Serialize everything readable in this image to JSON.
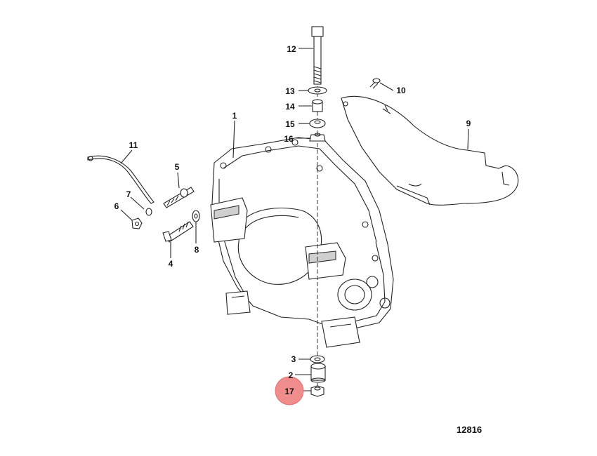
{
  "diagram": {
    "figure_number": "12816",
    "highlight_color": "#f08c8c",
    "callouts": [
      {
        "id": "1",
        "label": "1"
      },
      {
        "id": "2",
        "label": "2"
      },
      {
        "id": "3",
        "label": "3"
      },
      {
        "id": "4",
        "label": "4"
      },
      {
        "id": "5",
        "label": "5"
      },
      {
        "id": "6",
        "label": "6"
      },
      {
        "id": "7",
        "label": "7"
      },
      {
        "id": "8",
        "label": "8"
      },
      {
        "id": "9",
        "label": "9"
      },
      {
        "id": "10",
        "label": "10"
      },
      {
        "id": "11",
        "label": "11"
      },
      {
        "id": "12",
        "label": "12"
      },
      {
        "id": "13",
        "label": "13"
      },
      {
        "id": "14",
        "label": "14"
      },
      {
        "id": "15",
        "label": "15"
      },
      {
        "id": "16",
        "label": "16"
      },
      {
        "id": "17",
        "label": "17",
        "highlighted": true
      }
    ]
  }
}
